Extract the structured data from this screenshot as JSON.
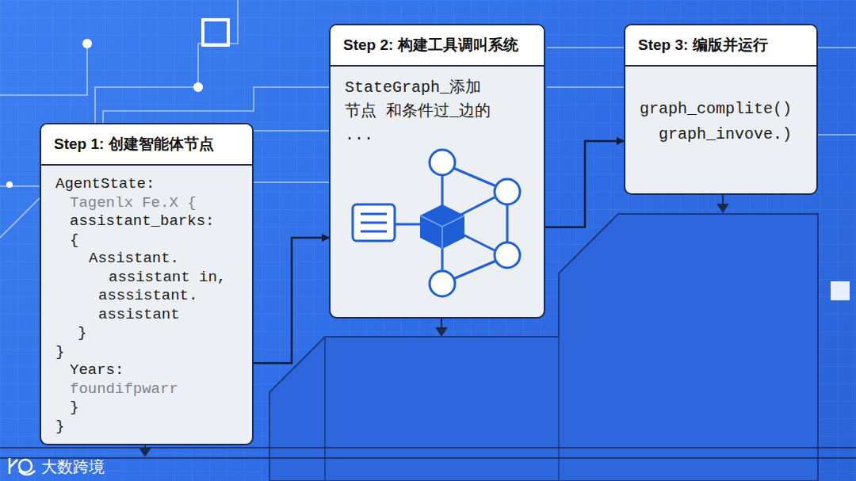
{
  "diagram": {
    "nodes": [
      {
        "text": [
          "Step 1: 创建智能体节点",
          "AgentState:",
          "Tagenlx Fe.X {",
          "assistant_barks:",
          "{",
          "Assistant.",
          "assistant in,",
          "asssistant.",
          "assistant",
          "}",
          "}",
          "Years:",
          "foundifpwarr",
          "}",
          "}"
        ]
      },
      {
        "text": [
          "Step 2: 构建工具调叫系统",
          "StateGraph_添加",
          "节点  和条件过_边的",
          "..."
        ]
      },
      {
        "text": [
          "Step 3: 编版并运行",
          "graph_complite()",
          "graph_invove.)"
        ]
      }
    ],
    "edges": [
      {
        "from": 0,
        "to": 1,
        "arrow": "to"
      },
      {
        "from": 1,
        "to": 2,
        "arrow": "to"
      }
    ],
    "labels": [
      "大数跨境"
    ]
  }
}
